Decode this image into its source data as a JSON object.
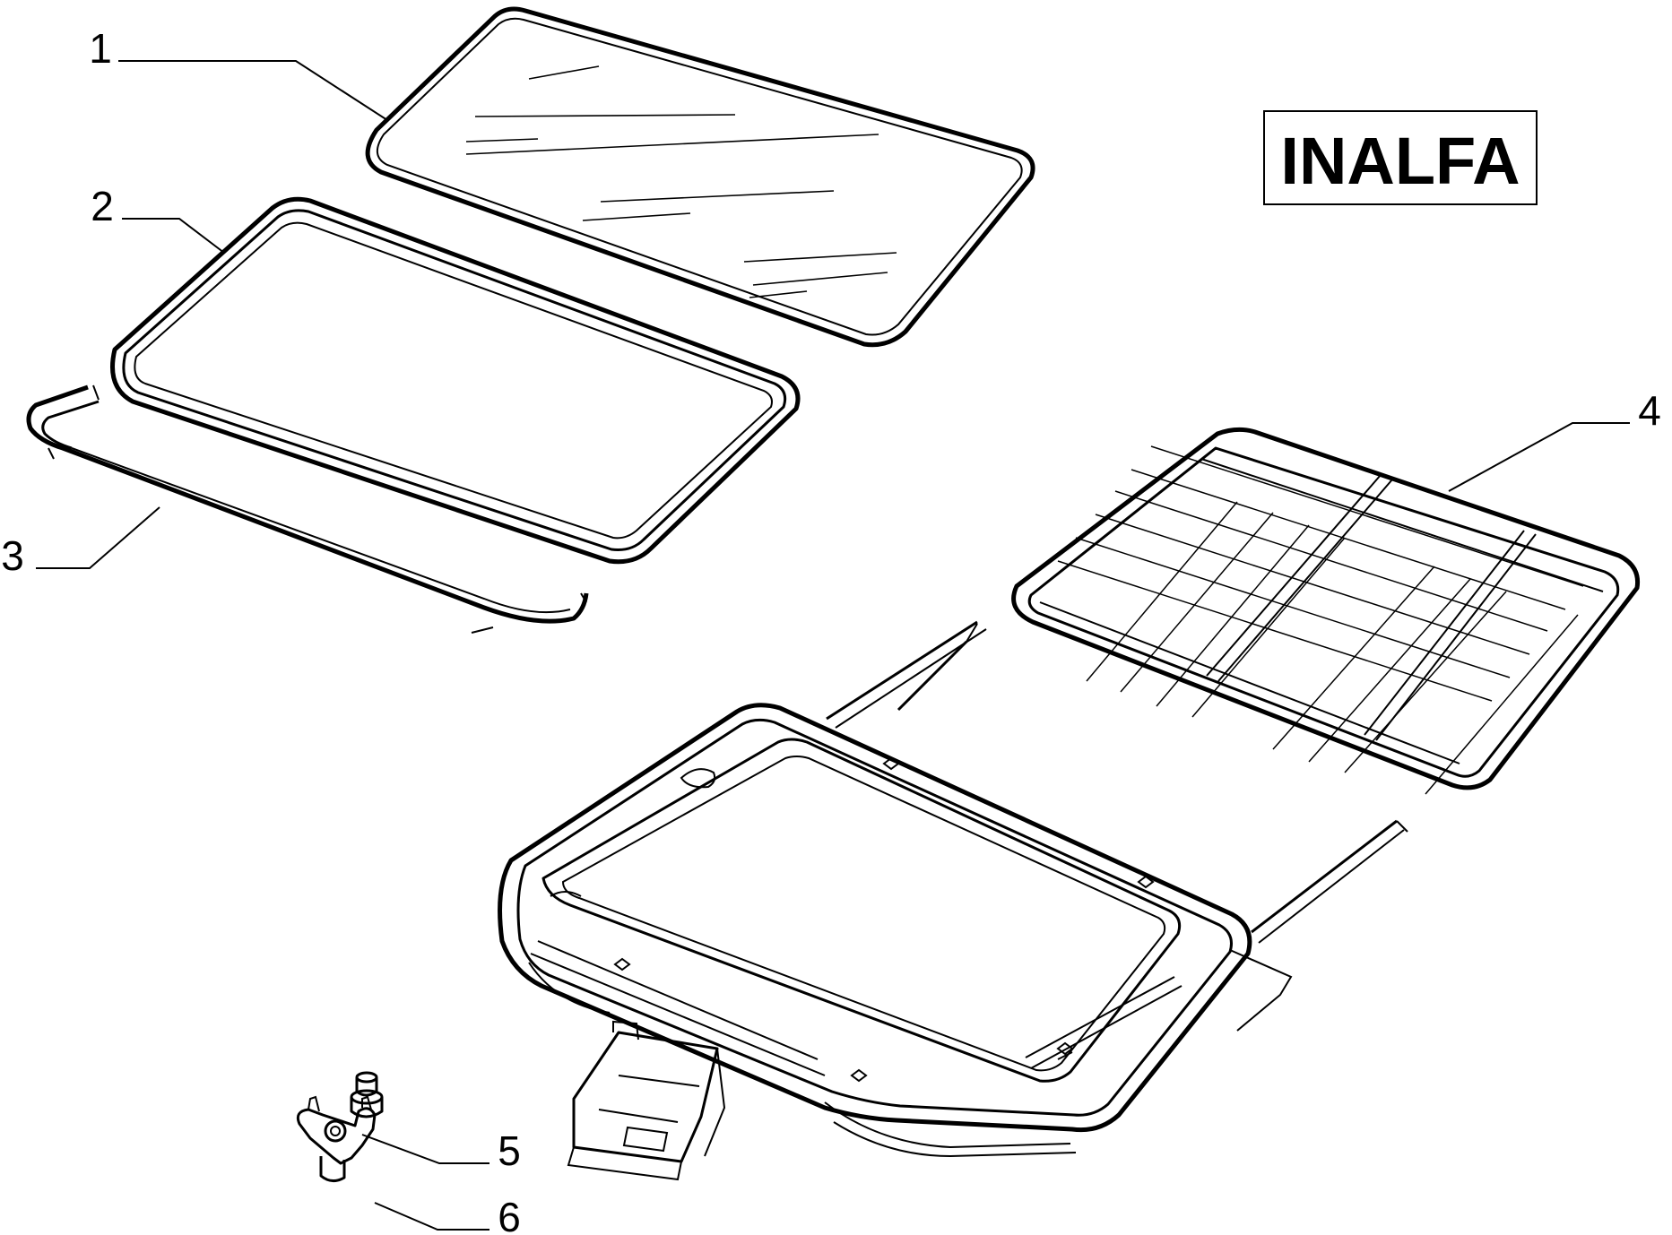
{
  "brand": {
    "label": "INALFA"
  },
  "parts": [
    {
      "number": "1",
      "part": "glass-panel"
    },
    {
      "number": "2",
      "part": "panel-seal"
    },
    {
      "number": "3",
      "part": "deflector"
    },
    {
      "number": "4",
      "part": "sunshade"
    },
    {
      "number": "5",
      "part": "motor-bracket"
    },
    {
      "number": "6",
      "part": "screw"
    }
  ],
  "colors": {
    "line": "#000000",
    "background": "#ffffff"
  }
}
